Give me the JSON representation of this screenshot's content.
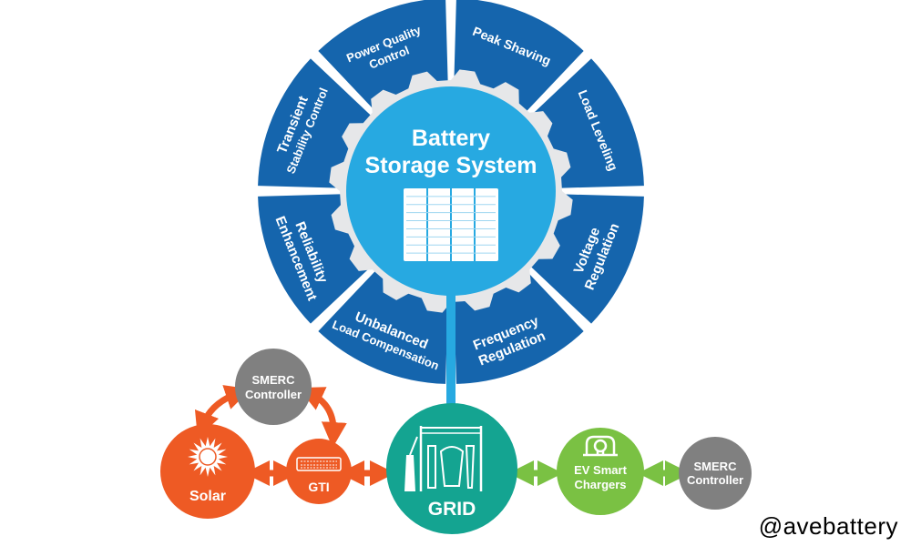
{
  "hub": {
    "title_line1": "Battery",
    "title_line2": "Storage System"
  },
  "ring": {
    "peak_shaving": {
      "line1": "Peak Shaving"
    },
    "load_leveling": {
      "line1": "Load Leveling"
    },
    "voltage_regulation": {
      "line1": "Voltage",
      "line2": "Regulation"
    },
    "frequency_regulation": {
      "line1": "Frequency",
      "line2": "Regulation"
    },
    "unbalanced_load": {
      "line1": "Unbalanced",
      "line2": "Load Compensation"
    },
    "reliability": {
      "line1": "Reliability",
      "line2": "Enhancement"
    },
    "transient": {
      "line1": "Transient",
      "line2": "Stability Control"
    },
    "power_quality": {
      "line1": "Power Quality",
      "line2": "Control"
    }
  },
  "nodes": {
    "smerc_left": {
      "line1": "SMERC",
      "line2": "Controller"
    },
    "solar": {
      "label": "Solar"
    },
    "gti": {
      "label": "GTI"
    },
    "grid": {
      "label": "GRID"
    },
    "ev": {
      "line1": "EV Smart",
      "line2": "Chargers"
    },
    "smerc_right": {
      "line1": "SMERC",
      "line2": "Controller"
    }
  },
  "watermark": "@avebattery",
  "colors": {
    "ring_blue": "#1565ad",
    "hub_blue": "#27a9e1",
    "gear_gray": "#e6e7e9",
    "orange": "#ee5a24",
    "gray": "#808080",
    "teal": "#14a491",
    "green": "#7ac143"
  }
}
